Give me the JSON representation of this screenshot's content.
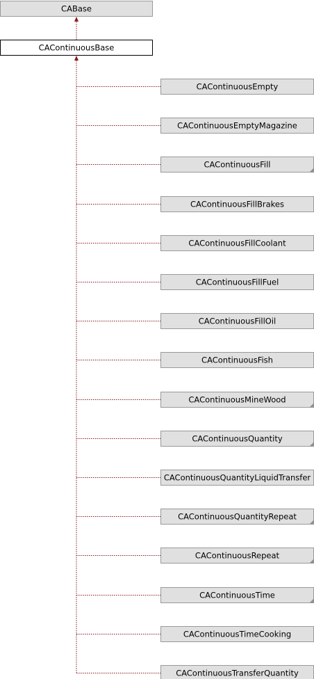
{
  "diagram": {
    "base_class": "CABase",
    "current_class": "CAContinuousBase",
    "derived_classes": [
      {
        "name": "CAContinuousEmpty",
        "has_more": false
      },
      {
        "name": "CAContinuousEmptyMagazine",
        "has_more": false
      },
      {
        "name": "CAContinuousFill",
        "has_more": true
      },
      {
        "name": "CAContinuousFillBrakes",
        "has_more": false
      },
      {
        "name": "CAContinuousFillCoolant",
        "has_more": false
      },
      {
        "name": "CAContinuousFillFuel",
        "has_more": false
      },
      {
        "name": "CAContinuousFillOil",
        "has_more": false
      },
      {
        "name": "CAContinuousFish",
        "has_more": false
      },
      {
        "name": "CAContinuousMineWood",
        "has_more": true
      },
      {
        "name": "CAContinuousQuantity",
        "has_more": true
      },
      {
        "name": "CAContinuousQuantityLiquidTransfer",
        "has_more": false
      },
      {
        "name": "CAContinuousQuantityRepeat",
        "has_more": true
      },
      {
        "name": "CAContinuousRepeat",
        "has_more": true
      },
      {
        "name": "CAContinuousTime",
        "has_more": true
      },
      {
        "name": "CAContinuousTimeCooking",
        "has_more": false
      },
      {
        "name": "CAContinuousTransferQuantity",
        "has_more": false
      }
    ],
    "colors": {
      "edge": "#8b1a1a",
      "box_fill": "#e0e0e0",
      "box_border": "#999999",
      "current_fill": "#ffffff",
      "current_border": "#000000"
    }
  }
}
